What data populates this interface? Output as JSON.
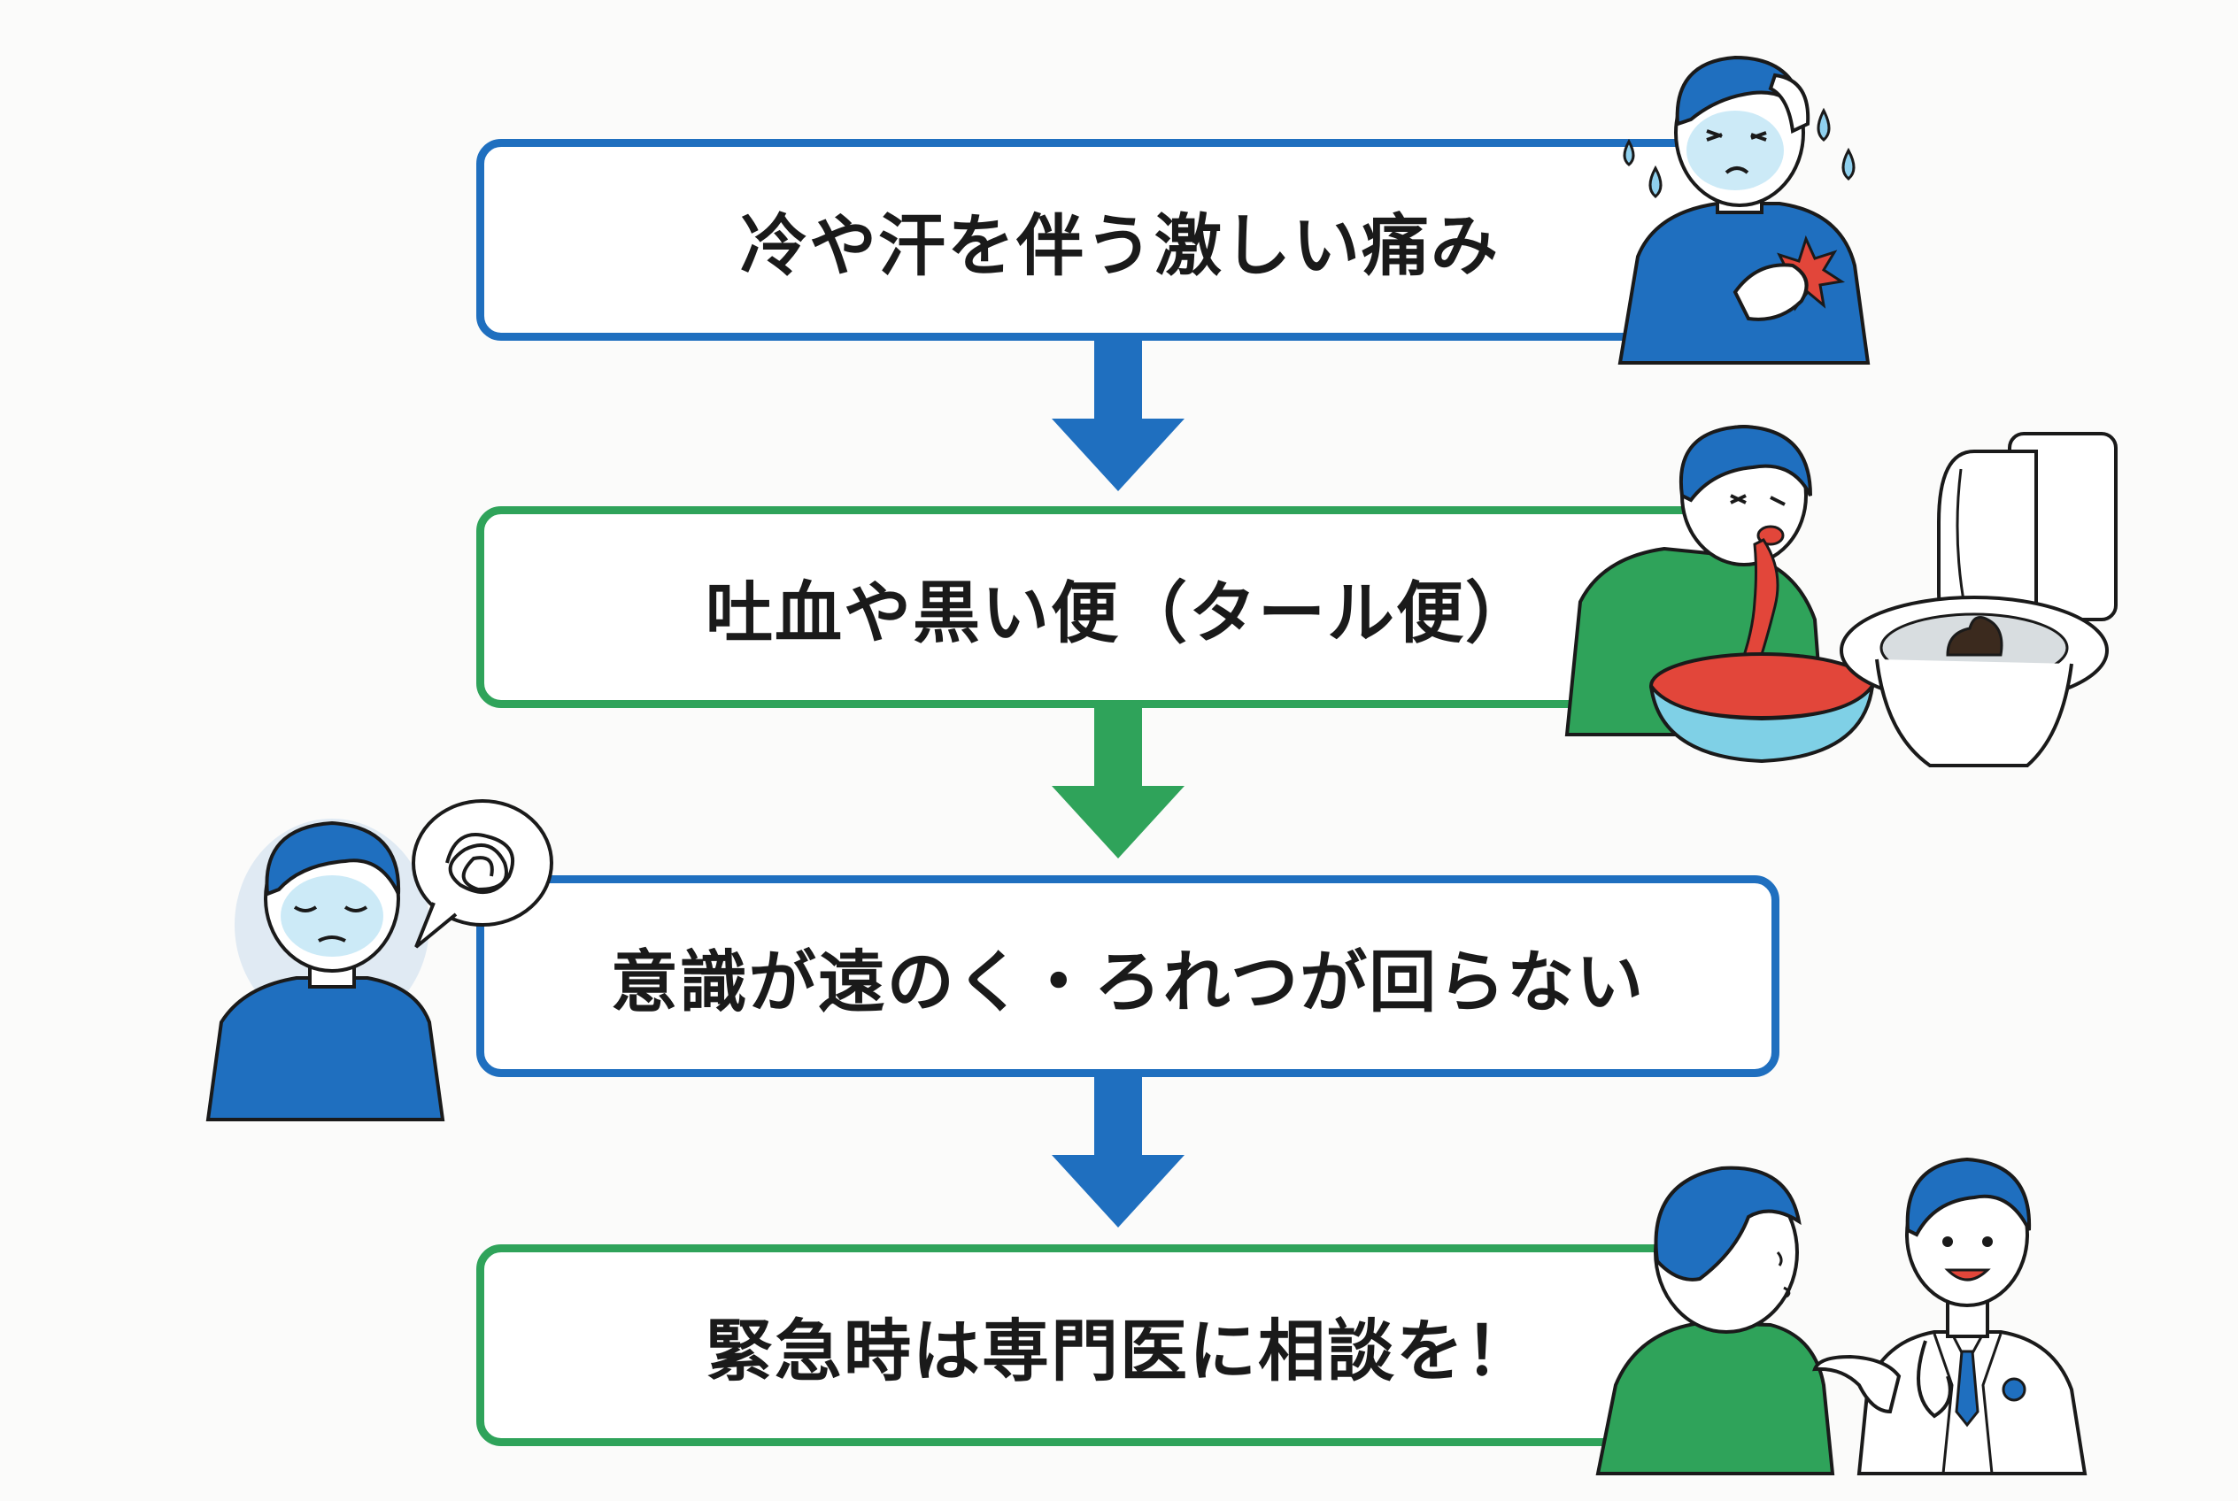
{
  "colors": {
    "blue": "#1f6fbf",
    "green": "#2fa35a",
    "skin": "#ffffff",
    "outline": "#1a1a1a",
    "blood": "#e2463a",
    "sweat": "#8fd0ee",
    "basin": "#7fd0e6",
    "background": "#fbfbfa"
  },
  "steps": [
    {
      "label": "冷や汗を伴う激しい痛み",
      "color": "blue",
      "icon": "chest-pain-icon"
    },
    {
      "label": "吐血や黒い便（タール便）",
      "color": "green",
      "icon": "vomiting-blood-icon"
    },
    {
      "label": "意識が遠のく・ろれつが回らない",
      "color": "blue",
      "icon": "dizzy-person-icon"
    },
    {
      "label": "緊急時は専門医に相談を！",
      "color": "green",
      "icon": "doctor-consultation-icon"
    }
  ],
  "arrows": [
    {
      "color": "blue"
    },
    {
      "color": "green"
    },
    {
      "color": "blue"
    }
  ]
}
